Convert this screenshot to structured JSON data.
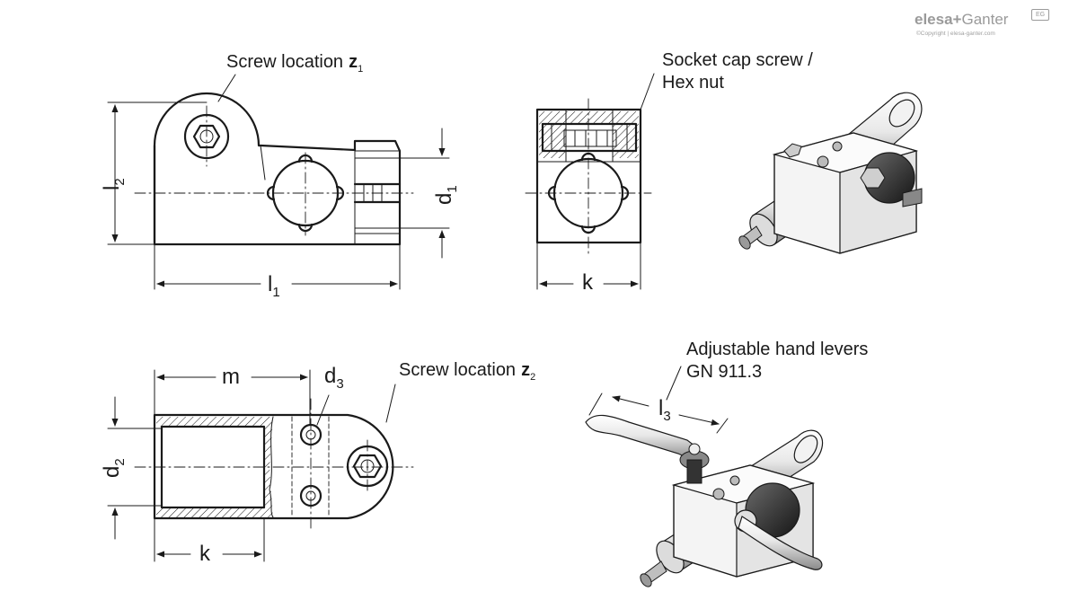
{
  "brand": {
    "name_part1": "elesa",
    "name_plus": "+",
    "name_part2": "Ganter",
    "copyright": "©Copyright | elesa-ganter.com",
    "badge": "EG"
  },
  "callouts": {
    "screw_location_z1": "Screw location",
    "z1_letter": "z",
    "z1_sub": "1",
    "socket_cap_screw": "Socket cap screw /",
    "hex_nut": "Hex nut",
    "screw_location_z2": "Screw location",
    "z2_letter": "z",
    "z2_sub": "2",
    "adjustable_levers": "Adjustable hand levers",
    "gn_number": "GN 911.3"
  },
  "dimensions": {
    "l2": "l",
    "l2_sub": "2",
    "l1": "l",
    "l1_sub": "1",
    "d1": "d",
    "d1_sub": "1",
    "k_top": "k",
    "m": "m",
    "d3": "d",
    "d3_sub": "3",
    "d2": "d",
    "d2_sub": "2",
    "k_bottom": "k",
    "l3": "l",
    "l3_sub": "3"
  },
  "colors": {
    "line": "#1a1a1a",
    "logo_gray": "#9a9a9a",
    "metal_light": "#e6e6e6",
    "metal_dark": "#2b2b2b"
  }
}
